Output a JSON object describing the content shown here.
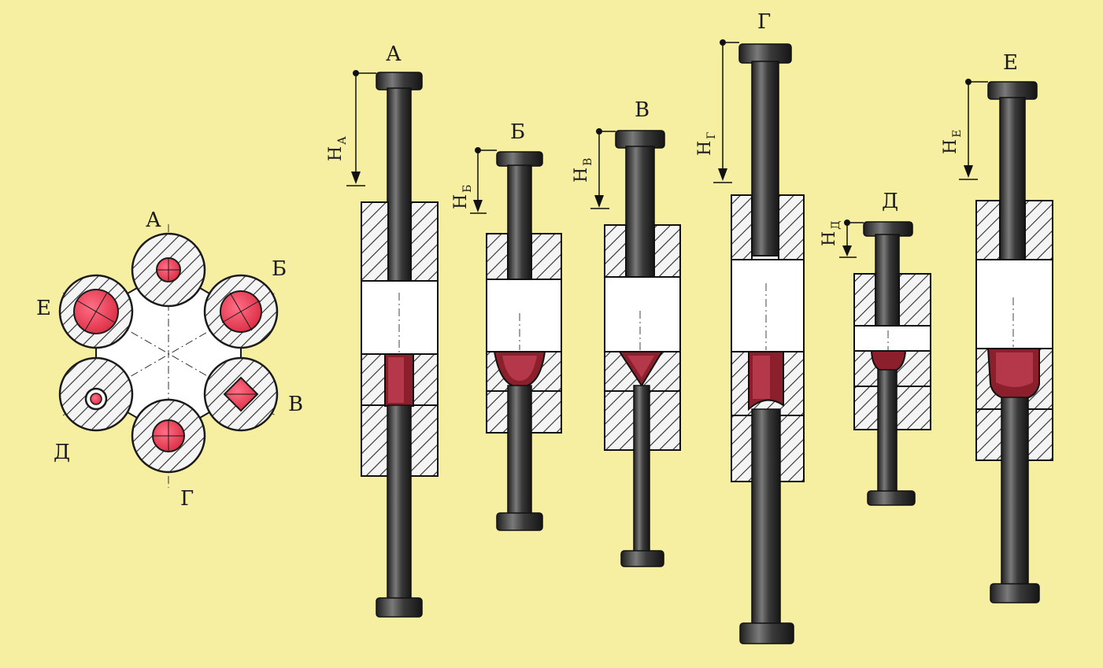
{
  "colors": {
    "background": "#f6efa2",
    "hatch_fill": "#f4f4f4",
    "hatch_line": "#2a2a2a",
    "steel": "#3a3a3a",
    "steel_highlight": "#7a7a7a",
    "chamber": "#ffffff",
    "red_fill": "#e8405a",
    "dark_red": "#8c1f2c"
  },
  "top_view": {
    "labels": {
      "a": "А",
      "b": "Б",
      "v": "В",
      "g": "Г",
      "d": "Д",
      "e": "Е"
    }
  },
  "stations": [
    {
      "label": "А",
      "h_main": "Н",
      "h_sub": "А"
    },
    {
      "label": "Б",
      "h_main": "Н",
      "h_sub": "Б"
    },
    {
      "label": "В",
      "h_main": "Н",
      "h_sub": "В"
    },
    {
      "label": "Г",
      "h_main": "Н",
      "h_sub": "Г"
    },
    {
      "label": "Д",
      "h_main": "Н",
      "h_sub": "Д"
    },
    {
      "label": "Е",
      "h_main": "Н",
      "h_sub": "Е"
    }
  ]
}
